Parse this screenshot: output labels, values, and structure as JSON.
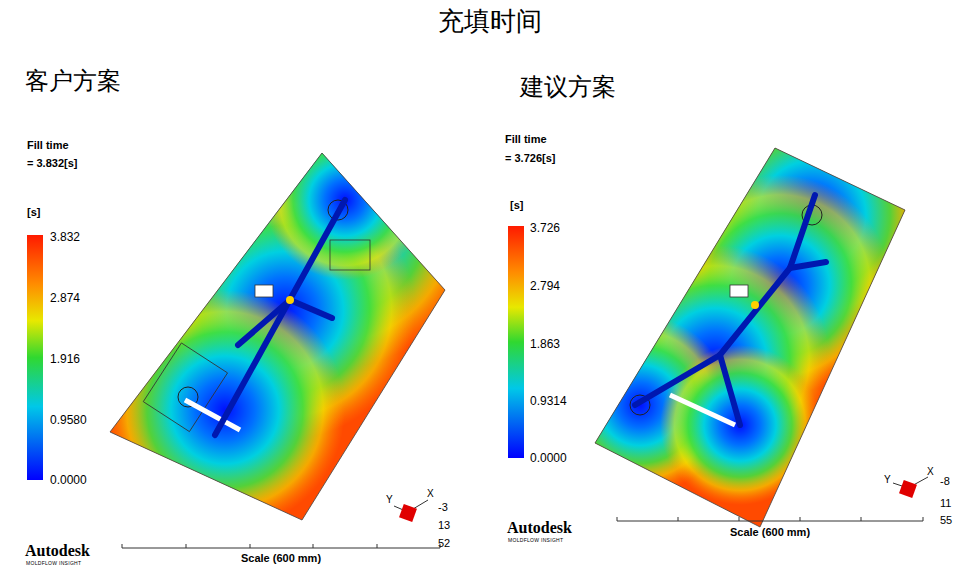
{
  "diagram": {
    "title": "充填时间",
    "labels": [
      "客户方案",
      "建议方案",
      "Fill time",
      "= 3.832[s]",
      "[s]",
      "3.832",
      "2.874",
      "1.916",
      "0.9580",
      "0.0000",
      "Y",
      "X",
      "-3",
      "13",
      "52",
      "Scale (600 mm)",
      "Autodesk",
      "MOLDFLOW INSIGHT",
      "Fill time",
      "= 3.726[s]",
      "[s]",
      "3.726",
      "2.794",
      "1.863",
      "0.9314",
      "0.0000",
      "Y",
      "X",
      "-8",
      "11",
      "55",
      "Scale (600 mm)",
      "Autodesk",
      "MOLDFLOW INSIGHT"
    ]
  }
}
